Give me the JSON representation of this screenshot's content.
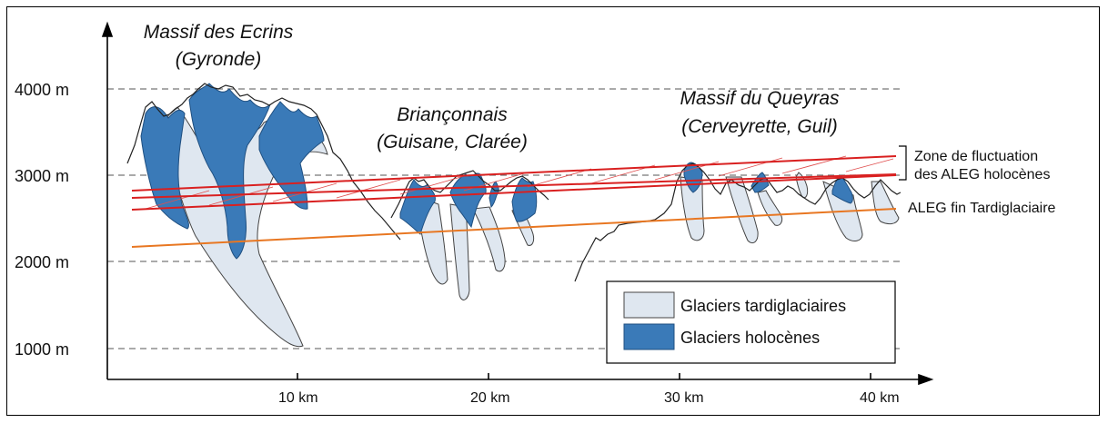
{
  "diagram": {
    "y_axis": {
      "ticks": [
        {
          "label": "4000 m",
          "value": 4000
        },
        {
          "label": "3000 m",
          "value": 3000
        },
        {
          "label": "2000 m",
          "value": 2000
        },
        {
          "label": "1000 m",
          "value": 1000
        }
      ]
    },
    "x_axis": {
      "ticks": [
        {
          "label": "10 km",
          "value": 10
        },
        {
          "label": "20 km",
          "value": 20
        },
        {
          "label": "30 km",
          "value": 30
        },
        {
          "label": "40 km",
          "value": 40
        }
      ]
    },
    "regions": [
      {
        "name": "Massif des Ecrins",
        "sub": "(Gyronde)"
      },
      {
        "name": "Briançonnais",
        "sub": "(Guisane, Clarée)"
      },
      {
        "name": "Massif du Queyras",
        "sub": "(Cerveyrette, Guil)"
      }
    ],
    "annotations": {
      "fluctuation_line1": "Zone de fluctuation",
      "fluctuation_line2": "des ALEG holocènes",
      "late_glacial": "ALEG fin Tardiglaciaire"
    },
    "legend": [
      {
        "label": "Glaciers tardiglaciaires",
        "color": "#dfe7f0"
      },
      {
        "label": "Glaciers holocènes",
        "color": "#3a7ab8"
      }
    ],
    "colors": {
      "holocene_lines": "#d92020",
      "late_glacial_line": "#e87722",
      "grid": "#777777"
    }
  }
}
